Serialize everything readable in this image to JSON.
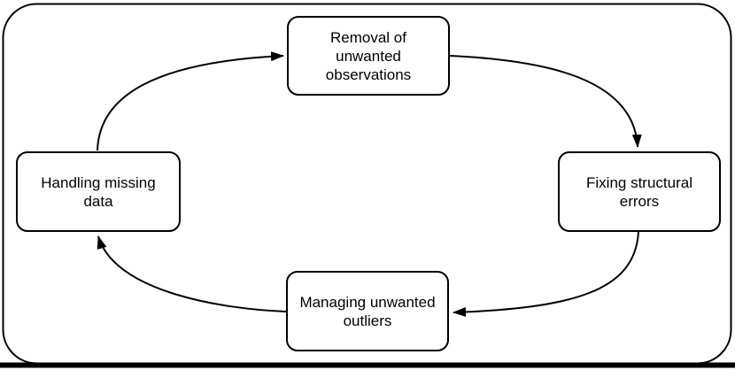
{
  "diagram": {
    "nodes": [
      {
        "id": "removal-of-unwanted-observations",
        "label": "Removal of\nunwanted\nobservations"
      },
      {
        "id": "fixing-structural-errors",
        "label": "Fixing structural\nerrors"
      },
      {
        "id": "managing-unwanted-outliers",
        "label": "Managing unwanted\noutliers"
      },
      {
        "id": "handling-missing-data",
        "label": "Handling missing\ndata"
      }
    ],
    "edges": [
      {
        "from": "handling-missing-data",
        "to": "removal-of-unwanted-observations"
      },
      {
        "from": "removal-of-unwanted-observations",
        "to": "fixing-structural-errors"
      },
      {
        "from": "fixing-structural-errors",
        "to": "managing-unwanted-outliers"
      },
      {
        "from": "managing-unwanted-outliers",
        "to": "handling-missing-data"
      }
    ],
    "colors": {
      "stroke": "#000000",
      "node_fill": "#ffffff",
      "text": "#000000",
      "background": "#ffffff"
    }
  }
}
